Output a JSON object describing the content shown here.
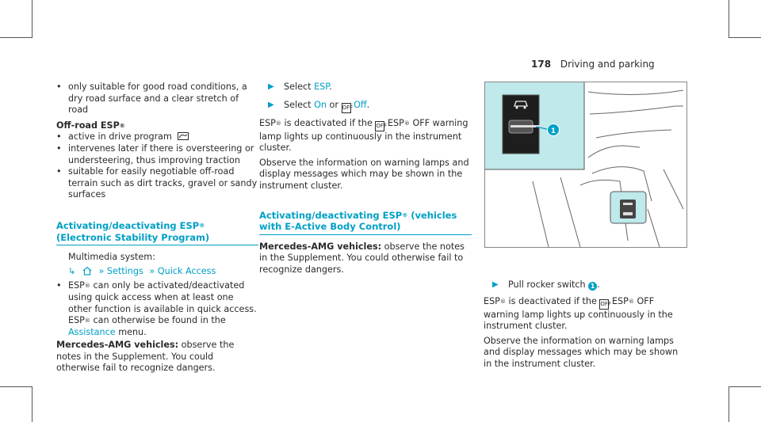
{
  "page": {
    "number": "178",
    "section": "Driving and parking"
  },
  "col1": {
    "bullets_top": [
      "only suitable for good road conditions, a dry road surface and a clear stretch of road"
    ],
    "offroad_heading": "Off-road ESP",
    "offroad_bullets": [
      "active in drive program",
      "intervenes later if there is oversteering or understeering, thus improving traction",
      "suitable for easily negotiable off-road terrain such as dirt tracks, gravel or sandy surfaces"
    ],
    "section_heading_a": "Activating/deactivating ESP",
    "section_heading_b": "(Electronic Stability Program)",
    "multimedia": "Multimedia system:",
    "path_settings": "Settings",
    "path_quick": "Quick Access",
    "info_a": "ESP",
    "info_b": "can only be activated/deactivated using quick access when at least one other function is available in quick access. ESP",
    "info_c": "can otherwise be found in the",
    "info_link": "Assistance",
    "info_d": "menu.",
    "amg_label": "Mercedes-AMG vehicles:",
    "amg_text": "observe the notes in the Supplement. You could otherwise fail to recognize dangers."
  },
  "col2": {
    "step1_a": "Select",
    "step1_b": "ESP",
    "step2_a": "Select",
    "step2_b": "On",
    "step2_c": "or",
    "step2_d": "Off",
    "para1_a": "ESP",
    "para1_b": "is deactivated if the",
    "para1_c": "ESP",
    "para1_d": "OFF warning lamp lights up continuously in the instrument cluster.",
    "para2": "Observe the information on warning lamps and display messages which may be shown in the instrument cluster.",
    "section_heading_a": "Activating/deactivating ESP",
    "section_heading_b": "(vehicles with E-Active Body Control)",
    "amg_label": "Mercedes-AMG vehicles:",
    "amg_text": "observe the notes in the Supplement. You could otherwise fail to recognize dangers."
  },
  "col3": {
    "callout": "1",
    "step_a": "Pull rocker switch",
    "step_num": "1",
    "para1_a": "ESP",
    "para1_b": "is deactivated if the",
    "para1_c": "ESP",
    "para1_d": "OFF warning lamp lights up continuously in the instrument cluster.",
    "para2": "Observe the information on warning lamps and display messages which may be shown in the instrument cluster."
  },
  "symbols": {
    "registered": "®",
    "off_icon": "OFF",
    "arrow": "▶"
  },
  "colors": {
    "accent": "#00a0c6",
    "figure_highlight": "#bfe9ea",
    "text": "#2b2b2b"
  }
}
